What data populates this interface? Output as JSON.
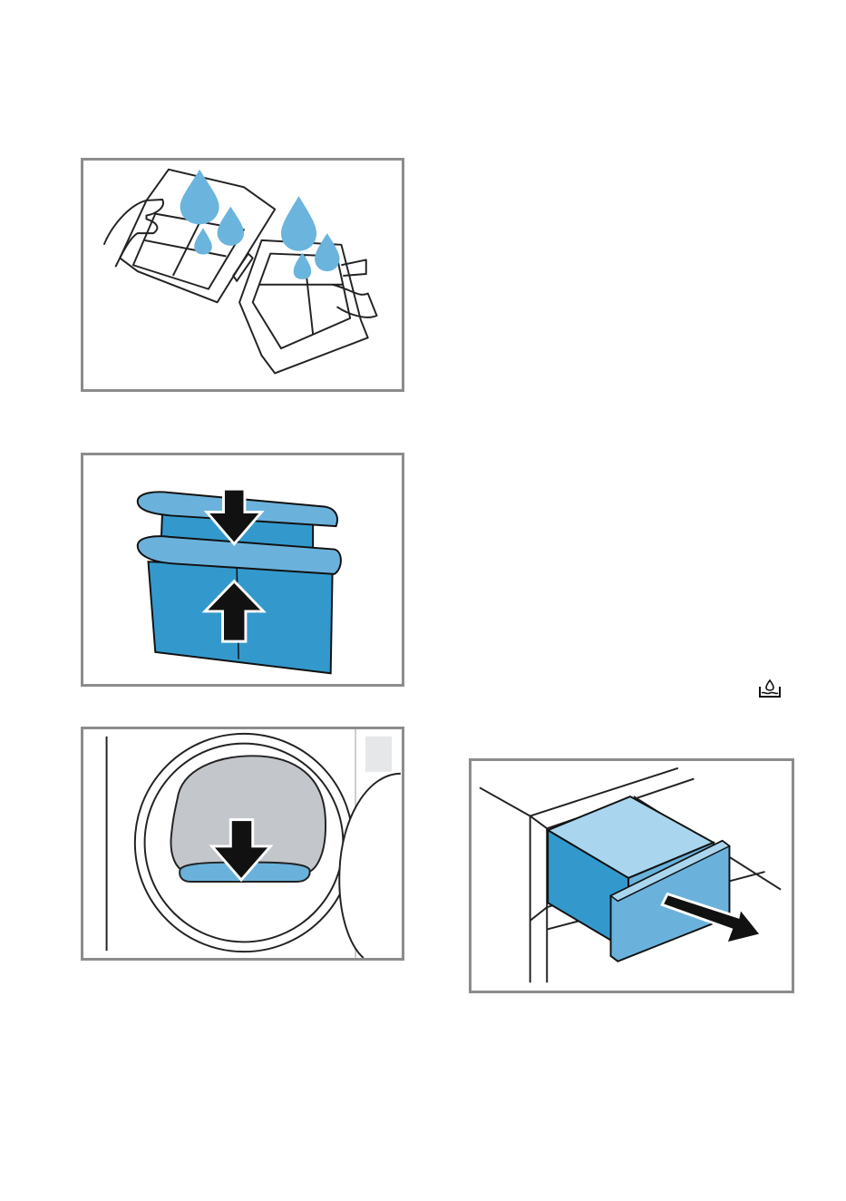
{
  "illustrations": [
    {
      "id": "rinse-filters",
      "icon": "filter-rinse-illustration"
    },
    {
      "id": "insert-filter",
      "icon": "filter-insert-illustration"
    },
    {
      "id": "place-filter-in-door",
      "icon": "door-filter-illustration"
    },
    {
      "id": "pull-out-container",
      "icon": "container-drawer-illustration"
    }
  ],
  "colors": {
    "frame": "#8c8c8c",
    "water": "#6bb4dd",
    "filter_blue": "#3399cc",
    "filter_light": "#6ab2dc",
    "drawer_light": "#a9d6ee",
    "lint_gray": "#c3c6cb",
    "arrow": "#111111"
  },
  "symbols": {
    "condenser_icon": "condensate-container-icon"
  }
}
